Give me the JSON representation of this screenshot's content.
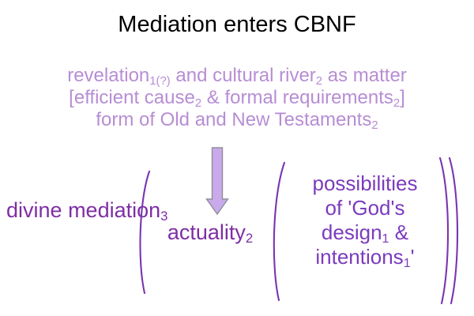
{
  "slide": {
    "title": "Mediation enters CBNF",
    "background_color": "#ffffff",
    "title_color": "#000000"
  },
  "colors": {
    "light_purple_text": "#b78dd4",
    "dark_purple_text": "#7e2ea6",
    "medium_purple_text": "#7b3bbd",
    "paren_stroke": "#7a35b0",
    "arrow_fill": "#c9aaea",
    "arrow_stroke": "#8f8f9a"
  },
  "upper_block": {
    "lines": [
      {
        "parts": [
          {
            "text": "revelation"
          },
          {
            "text": "1(?)",
            "sub": true
          },
          {
            "text": " and cultural river"
          },
          {
            "text": "2",
            "sub": true
          },
          {
            "text": " as matter"
          }
        ]
      },
      {
        "parts": [
          {
            "text": "[efficient cause"
          },
          {
            "text": "2",
            "sub": true
          },
          {
            "text": " & formal requirements"
          },
          {
            "text": "2",
            "sub": true
          },
          {
            "text": "]"
          }
        ]
      },
      {
        "parts": [
          {
            "text": "form of Old and New Testaments"
          },
          {
            "text": "2",
            "sub": true
          }
        ]
      }
    ],
    "plain_text": [
      "revelation1(?) and cultural river2 as matter",
      "[efficient cause2 & formal requirements2]",
      "form of Old and New Testaments2"
    ]
  },
  "arrow": {
    "name": "down-arrow-icon",
    "direction": "down",
    "fill": "#c9aaea",
    "stroke": "#8f8f9a"
  },
  "bottom_row": {
    "divine_mediation": {
      "lines": [
        {
          "parts": [
            {
              "text": "divine"
            }
          ]
        },
        {
          "parts": [
            {
              "text": "mediation"
            },
            {
              "text": "3",
              "sub": true
            }
          ]
        }
      ],
      "plain_text": "divine mediation3"
    },
    "actuality": {
      "lines": [
        {
          "parts": [
            {
              "text": "actuality"
            },
            {
              "text": "2",
              "sub": true
            }
          ]
        }
      ],
      "plain_text": "actuality2"
    },
    "possibilities": {
      "lines": [
        {
          "parts": [
            {
              "text": "possibilities"
            }
          ]
        },
        {
          "parts": [
            {
              "text": "of 'God's"
            }
          ]
        },
        {
          "parts": [
            {
              "text": "design"
            },
            {
              "text": "1",
              "sub": true
            },
            {
              "text": " &"
            }
          ]
        },
        {
          "parts": [
            {
              "text": "intentions"
            },
            {
              "text": "1",
              "sub": true
            },
            {
              "text": "'"
            }
          ]
        }
      ],
      "plain_text": "possibilities of 'God's design1 & intentions1'"
    },
    "parentheses": {
      "open_outer": "(",
      "open_inner": "(",
      "close_inner": ")",
      "close_outer": ")"
    }
  }
}
